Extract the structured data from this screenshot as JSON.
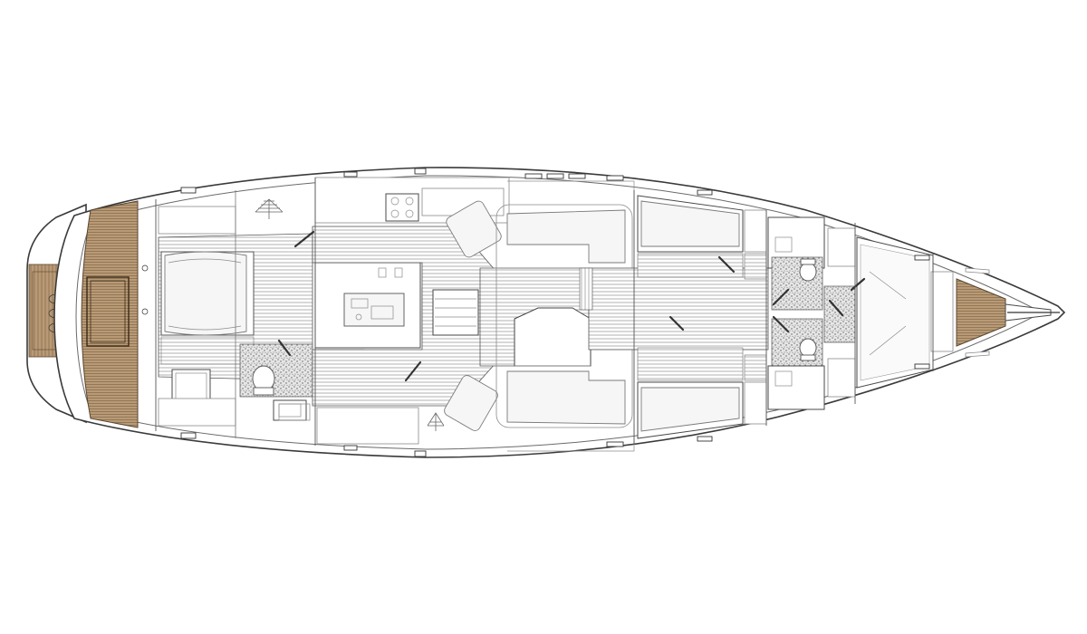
{
  "drawing": {
    "colors": {
      "background": "#ffffff",
      "line": "#4a4a4a",
      "teak": "#b89a76",
      "teak_line": "#7a5f40",
      "sole": "#cfcfcf",
      "granite": "#d9d9d9",
      "plank": "#9e9e9e"
    },
    "areas": [
      "stern-bathing-platform",
      "aft-teak-deck",
      "aft-owner-cabin",
      "aft-double-berth",
      "aft-head",
      "navigation-station",
      "galley",
      "saloon-port-settee",
      "saloon-starboard-settee",
      "saloon-table",
      "companionway-steps",
      "central-corridor",
      "forward-port-cabin",
      "forward-starboard-cabin",
      "forward-heads",
      "forepeak-cabin",
      "bow-teak-deck"
    ]
  }
}
